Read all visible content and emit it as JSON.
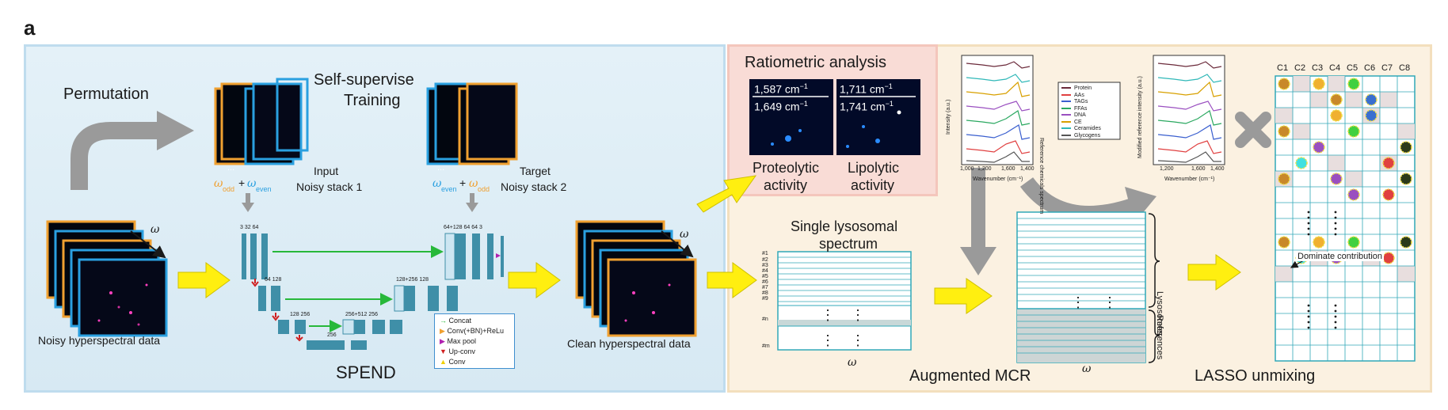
{
  "panel_letter": "a",
  "spend": {
    "permutation": "Permutation",
    "self_supervise_line1": "Self-supervise",
    "self_supervise_line2": "Training",
    "input_line1": "Input",
    "input_line2": "Noisy stack 1",
    "target_line1": "Target",
    "target_line2": "Noisy stack 2",
    "omega": "ω",
    "odd": "odd",
    "even": "even",
    "plus": "+",
    "ellipsis": "...",
    "noisy_label": "Noisy hyperspectral data",
    "clean_label": "Clean hyperspectral data",
    "spend_label": "SPEND",
    "unet_labels": {
      "l1": "3  32 64",
      "l2": "64  128",
      "l3": "128  256",
      "l4": "256",
      "r4": "256+512   256",
      "r3": "128+256    128",
      "r1": "64+128  64   64   3"
    },
    "legend": [
      {
        "label": "Concat",
        "color": "#27b83a",
        "glyph": "→"
      },
      {
        "label": "Conv(+BN)+ReLu",
        "color": "#f0a030",
        "glyph": "▶"
      },
      {
        "label": "Max pool",
        "color": "#b020b0",
        "glyph": "▶"
      },
      {
        "label": "Up-conv",
        "color": "#d02020",
        "glyph": "▼"
      },
      {
        "label": "Conv",
        "color": "#f0d000",
        "glyph": "▲"
      }
    ]
  },
  "ratiometric": {
    "title": "Ratiometric analysis",
    "left_num": "1,587 cm",
    "left_den": "1,649 cm",
    "right_num": "1,711 cm",
    "right_den": "1,741 cm",
    "superscript": "−1",
    "left_caption_1": "Proteolytic",
    "left_caption_2": "activity",
    "right_caption_1": "Lipolytic",
    "right_caption_2": "activity"
  },
  "spectra": {
    "left_ylabel": "Intensity (a.u.)",
    "right_ylabel": "Modified reference intensity (a.u.)",
    "xlabel": "Wavenumber (cm⁻¹)",
    "ref_label": "Reference chemicals spectrum",
    "left_ticks": [
      "1,000",
      "1,200",
      "1,600",
      "1,400"
    ],
    "right_ticks": [
      "1,200",
      "1,600",
      "1,400"
    ],
    "legend": [
      {
        "label": "Protein",
        "color": "#6b2a3a"
      },
      {
        "label": "AAs",
        "color": "#e04040"
      },
      {
        "label": "TAGs",
        "color": "#3a5fcf"
      },
      {
        "label": "FFAs",
        "color": "#2aa860"
      },
      {
        "label": "DNA",
        "color": "#9a4fc0"
      },
      {
        "label": "CE",
        "color": "#d8a000"
      },
      {
        "label": "Ceramides",
        "color": "#30b8b8"
      },
      {
        "label": "Glycogens",
        "color": "#555555"
      }
    ]
  },
  "mcr": {
    "single_line1": "Single lysosomal",
    "single_line2": "spectrum",
    "rows": [
      "#1",
      "#2",
      "#3",
      "#4",
      "#5",
      "#6",
      "#7",
      "#8",
      "#9",
      "#n",
      "#m"
    ],
    "omega": "ω",
    "dots": "⋮",
    "lysosomes": "Lysosomes",
    "references": "References",
    "augmented_label": "Augmented MCR"
  },
  "lasso": {
    "columns": [
      "C1",
      "C2",
      "C3",
      "C4",
      "C5",
      "C6",
      "C7",
      "C8"
    ],
    "dominate": "Dominate contribution",
    "label": "LASSO unmixing"
  }
}
